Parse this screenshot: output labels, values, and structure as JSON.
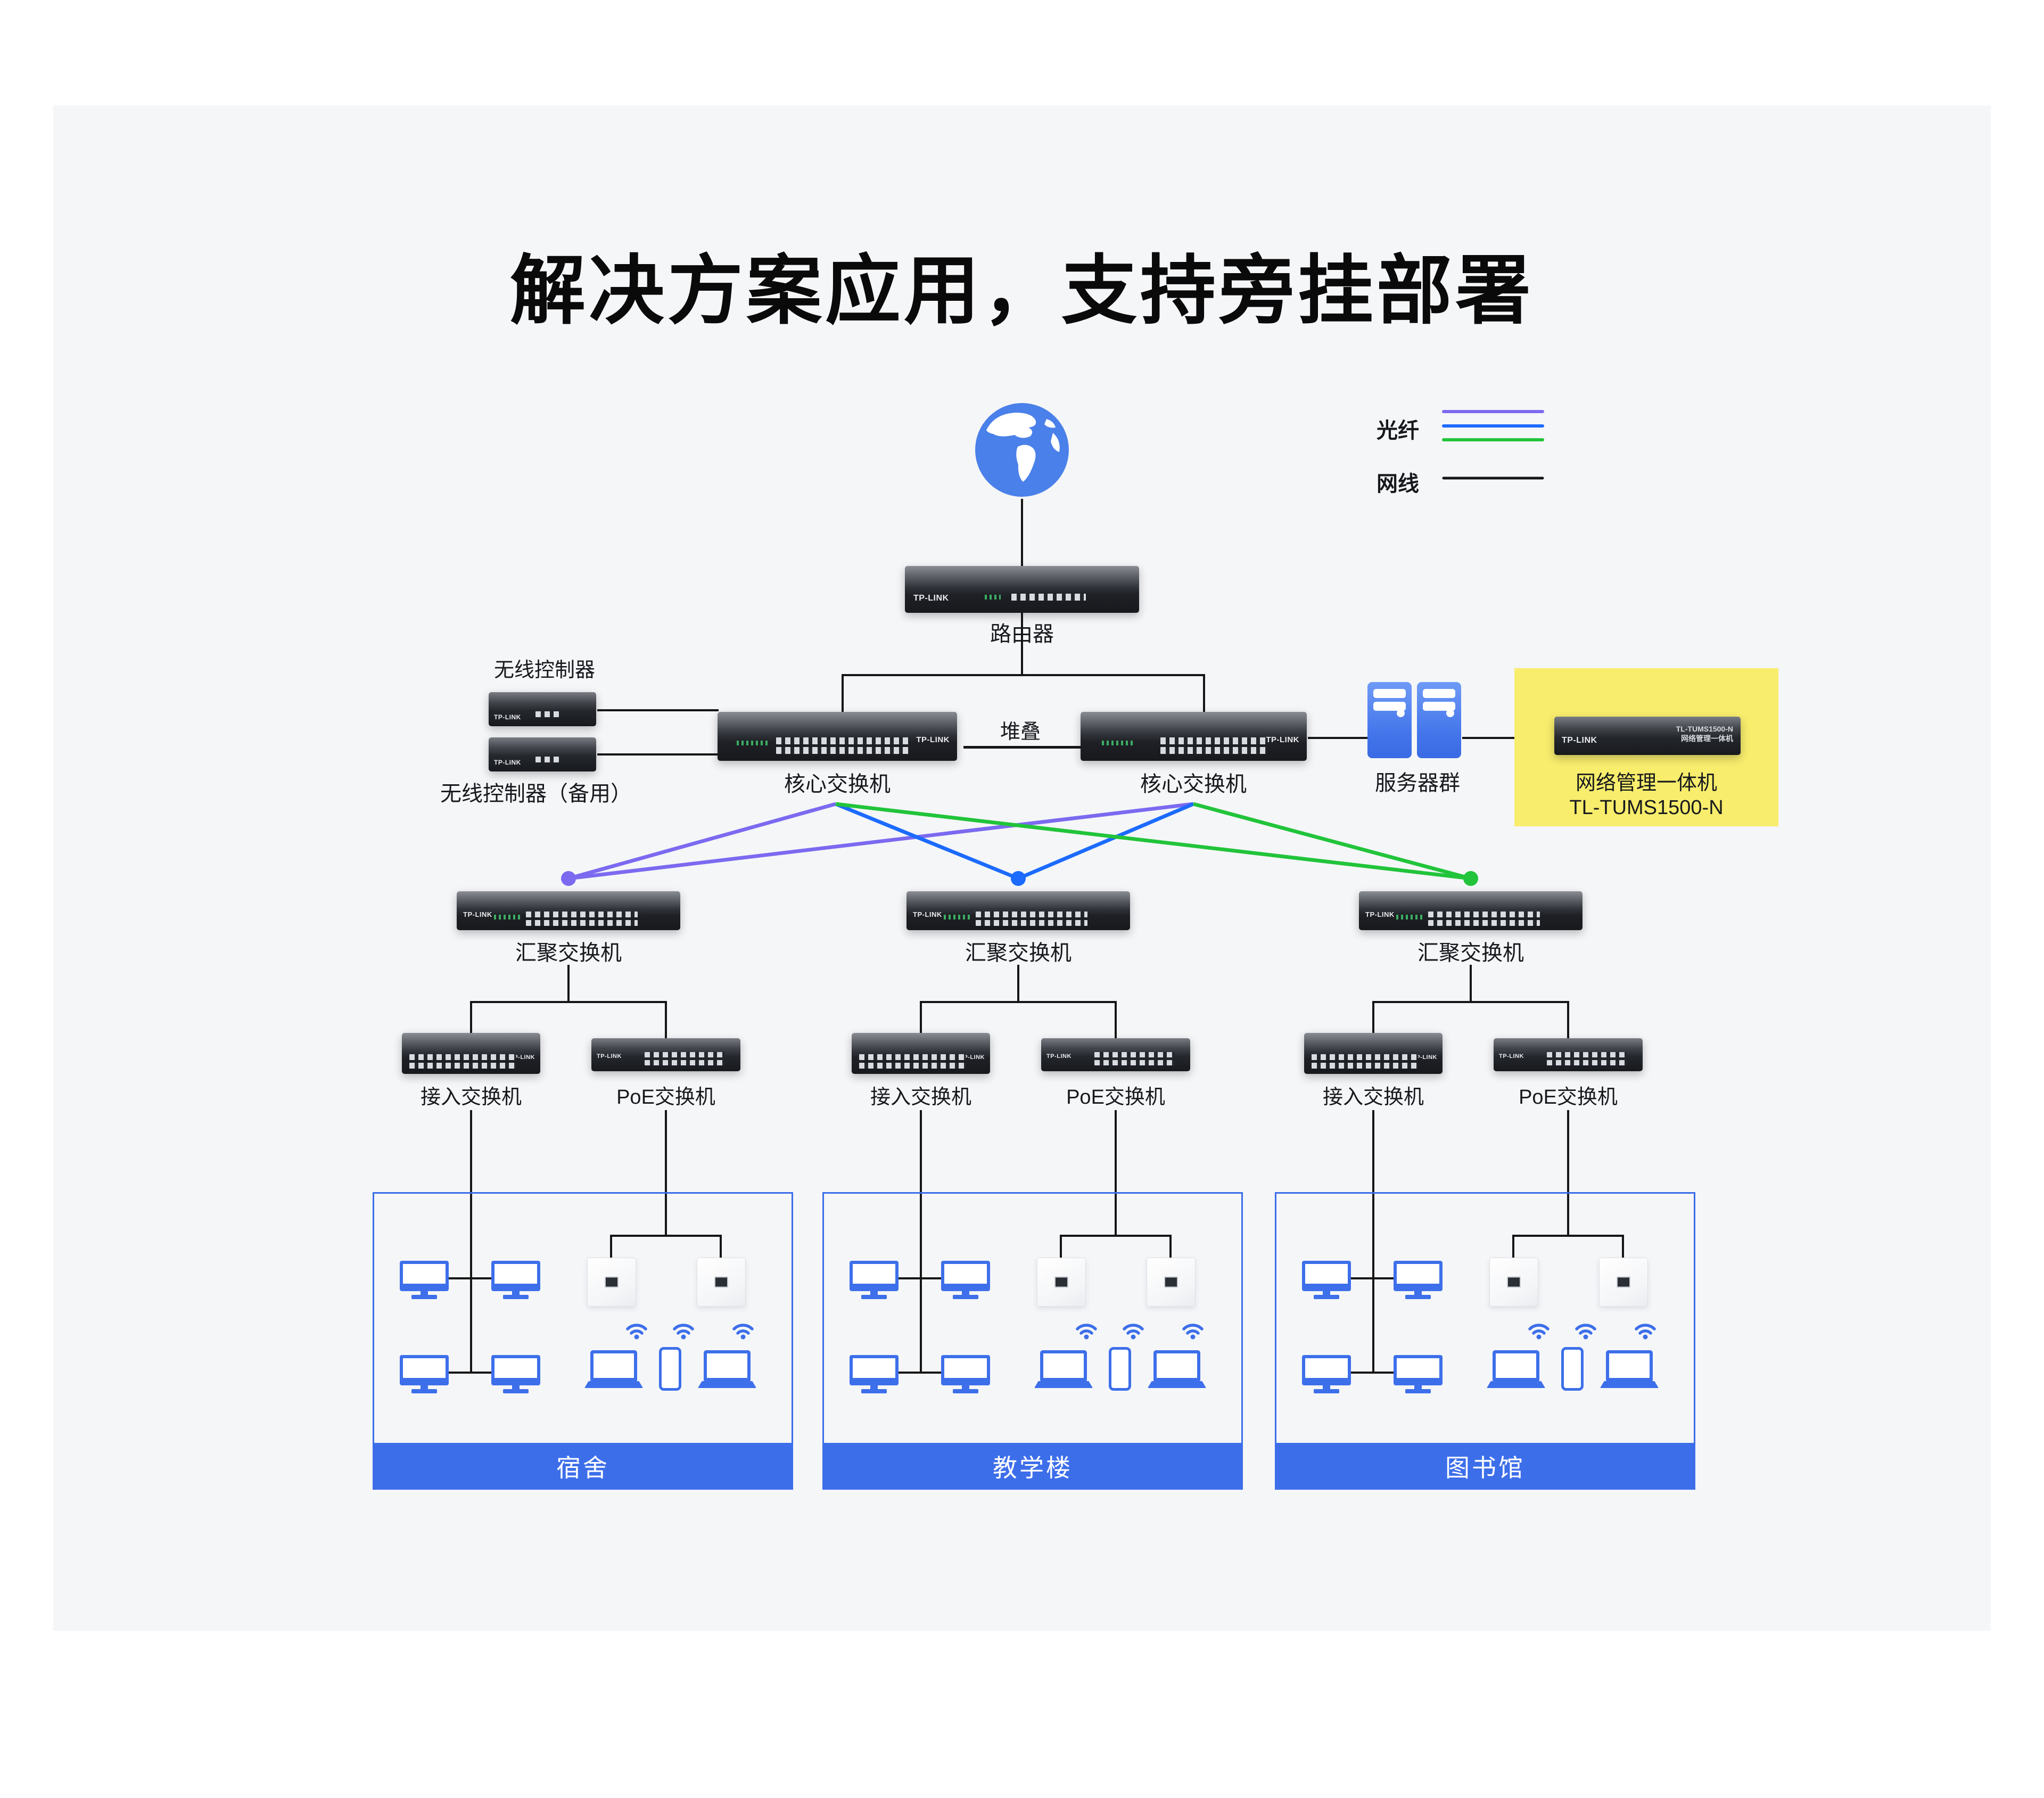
{
  "header": {
    "title": "解决方案应用，支持旁挂部署"
  },
  "brand": "TP-LINK",
  "legend": {
    "fiber_label": "光纤",
    "cable_label": "网线",
    "fiber_colors": [
      "#7b6af0",
      "#1c6bfe",
      "#21c43a"
    ],
    "cable_color": "#161616"
  },
  "labels": {
    "router": "路由器",
    "wlc": "无线控制器",
    "wlc_backup": "无线控制器（备用）",
    "core": "核心交换机",
    "stack": "堆叠",
    "servers": "服务器群",
    "mgmt_line1": "网络管理一体机",
    "mgmt_line2": "TL-TUMS1500-N",
    "agg": "汇聚交换机",
    "access": "接入交换机",
    "poe": "PoE交换机"
  },
  "mgmt_face": {
    "model": "TL-TUMS1500-N",
    "name": "网络管理一体机"
  },
  "buildings": [
    {
      "label": "宿舍"
    },
    {
      "label": "教学楼"
    },
    {
      "label": "图书馆"
    }
  ],
  "colors": {
    "background_panel": "#f5f6f8",
    "accent_blue": "#3d6fea",
    "building_footer": "#3d6eea",
    "highlight_yellow": "#f8ed6c",
    "globe_blue": "#4a80e9",
    "line_black": "#161616"
  }
}
